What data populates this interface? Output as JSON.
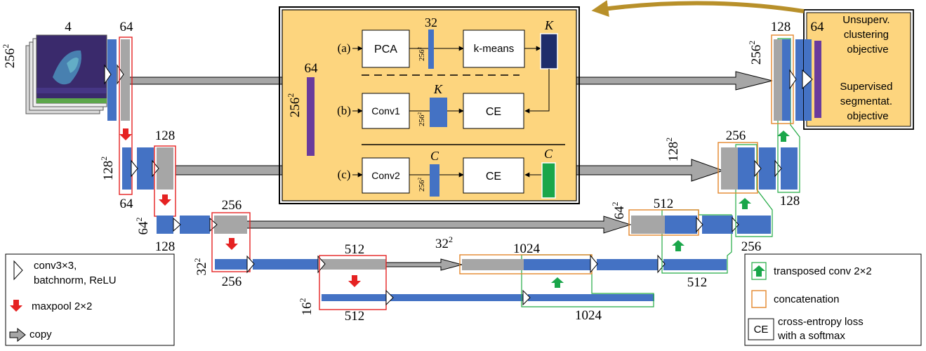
{
  "colors": {
    "conv_blue": "#4472c4",
    "copy_gray": "#a6a6a6",
    "panel_fill": "#fdd57e",
    "dark_navy": "#1f2d6b",
    "purple": "#6a3b9c",
    "green": "#1aa64a",
    "red": "#e52222",
    "orange": "#e4872c",
    "green_outline": "#22aa44",
    "feedback_arrow": "#b8902a"
  },
  "encoder": {
    "input_channels": "4",
    "input_size": "256",
    "input_size_exp": "2",
    "l1_channels": "64",
    "l1_bottom_channels": "64",
    "l2_size": "128",
    "l2_size_exp": "2",
    "l2_channels": "128",
    "l2_bottom_channels": "128",
    "l3_size": "64",
    "l3_size_exp": "2",
    "l3_channels": "256",
    "l3_bottom_channels": "256",
    "l4_size": "32",
    "l4_size_exp": "2",
    "l4_channels": "512",
    "l4_bottom_channels": "512",
    "l5_size": "16",
    "l5_size_exp": "2"
  },
  "decoder": {
    "top_channels": "128",
    "top_out_channels": "64",
    "top_size": "256",
    "top_size_exp": "2",
    "l2_size": "128",
    "l2_size_exp": "2",
    "l2_channels": "256",
    "l2_bottom_channels": "128",
    "l3_size": "64",
    "l3_size_exp": "2",
    "l3_channels": "512",
    "l3_bottom_channels": "256",
    "l4_size": "32",
    "l4_size_exp": "2",
    "l4_channels": "1024",
    "l4_bottom_channels": "512",
    "bottom_channels": "1024"
  },
  "panel": {
    "purple_channels": "64",
    "purple_size": "256",
    "purple_size_exp": "2",
    "row_a": {
      "label": "(a)",
      "box1": "PCA",
      "bar_top": "32",
      "bar_side": "256",
      "bar_side_exp": "2",
      "box2": "k-means",
      "out_label": "K"
    },
    "row_b": {
      "label": "(b)",
      "box1": "Conv1",
      "bar_top": "K",
      "bar_side": "256",
      "bar_side_exp": "2",
      "box2": "CE"
    },
    "row_c": {
      "label": "(c)",
      "box1": "Conv2",
      "bar_top": "C",
      "bar_side": "256",
      "bar_side_exp": "2",
      "box2": "CE",
      "out_label": "C"
    }
  },
  "objectives": {
    "unsupervised": [
      "Unsuperv.",
      "clustering",
      "objective"
    ],
    "supervised": [
      "Supervised",
      "segmentat.",
      "objective"
    ]
  },
  "legend_left": {
    "conv_line1": "conv3×3,",
    "conv_line2": "batchnorm, ReLU",
    "maxpool": "maxpool 2×2",
    "copy": "copy"
  },
  "legend_right": {
    "transposed": "transposed conv 2×2",
    "concat": "concatenation",
    "ce_box": "CE",
    "ce_line1": "cross-entropy loss",
    "ce_line2": "with a softmax"
  }
}
